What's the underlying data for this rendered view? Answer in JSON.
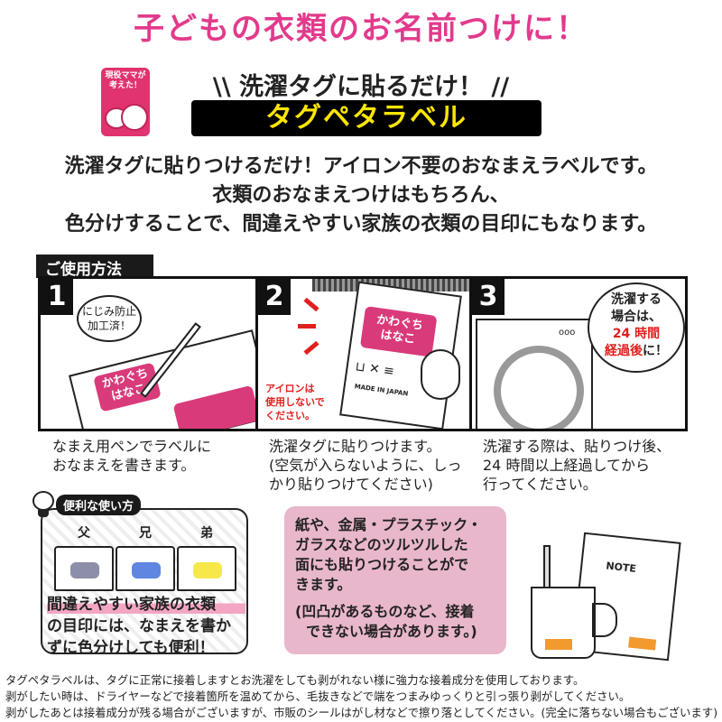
{
  "title": "子どもの衣類のお名前つけに！",
  "badge": {
    "text_line1": "現役ママが",
    "text_line2": "考えた！"
  },
  "tagline": "\\\\ 洗濯タグに貼るだけ！ //",
  "product_name": "タグペタラベル",
  "intro": [
    "洗濯タグに貼りつけるだけ！アイロン不要のおなまえラベルです。",
    "衣類のおなまえつけはもちろん、",
    "色分けすることで、間違えやすい家族の衣類の目印にもなります。"
  ],
  "usage": {
    "heading": "ご使用方法",
    "steps": [
      {
        "number": "1",
        "bubble": "にじみ防止\n加工済！",
        "label": "かわぐち\nはなこ",
        "caption": "なまえ用ペンでラベルに\nおなまえを書きます。"
      },
      {
        "number": "2",
        "label": "かわぐち\nはなこ",
        "tag_text": "MADE IN JAPAN",
        "warning": "アイロンは\n使用しないで\nください。",
        "caption": "洗濯タグに貼りつけます。\n(空気が入らないように、しっ\nかり貼りつけてください)"
      },
      {
        "number": "3",
        "bubble_line1": "洗濯する",
        "bubble_line2": "場合は、",
        "bubble_red1": "24 時間",
        "bubble_red2": "経過後",
        "bubble_end": "に！",
        "caption": "洗濯する際は、貼りつけ後、\n24 時間以上経過してから\n行ってください。"
      }
    ]
  },
  "tips": {
    "heading": "便利な使い方",
    "members": [
      {
        "label": "父",
        "color": "#8d8fa8"
      },
      {
        "label": "兄",
        "color": "#5f86e0"
      },
      {
        "label": "弟",
        "color": "#f7e84a"
      }
    ],
    "lines": [
      "間違えやすい家族の衣類",
      "の目印には、なまえを書か",
      "ずに色分けしても便利！"
    ]
  },
  "surfaces": {
    "lines": [
      "紙や、金属・プラスチック・",
      "ガラスなどのツルツルした",
      "面にも貼りつけることがで",
      "きます。"
    ],
    "note_lines": [
      "(凹凸があるものなど、接着",
      "できない場合があります。)"
    ],
    "notebook_label": "NOTE"
  },
  "footer": [
    "タグペタラベルは、タグに正常に接着しますとお洗濯をしても剥がれない様に強力な接着成分を使用しております。",
    "剥がしたい時は、ドライヤーなどで接着箇所を温めてから、毛抜きなどで端をつまみゆっくりと引っ張り剥がしてください。",
    "剥がしたあとは接着成分が残る場合がございますが、市販のシールはがし材などで擦り落としてください。(完全に落ちない場合もございます)"
  ],
  "colors": {
    "accent": "#e23a8c",
    "label_pink": "#d93a7a",
    "warning_red": "#e0201e",
    "bar_text": "#ffe600"
  }
}
